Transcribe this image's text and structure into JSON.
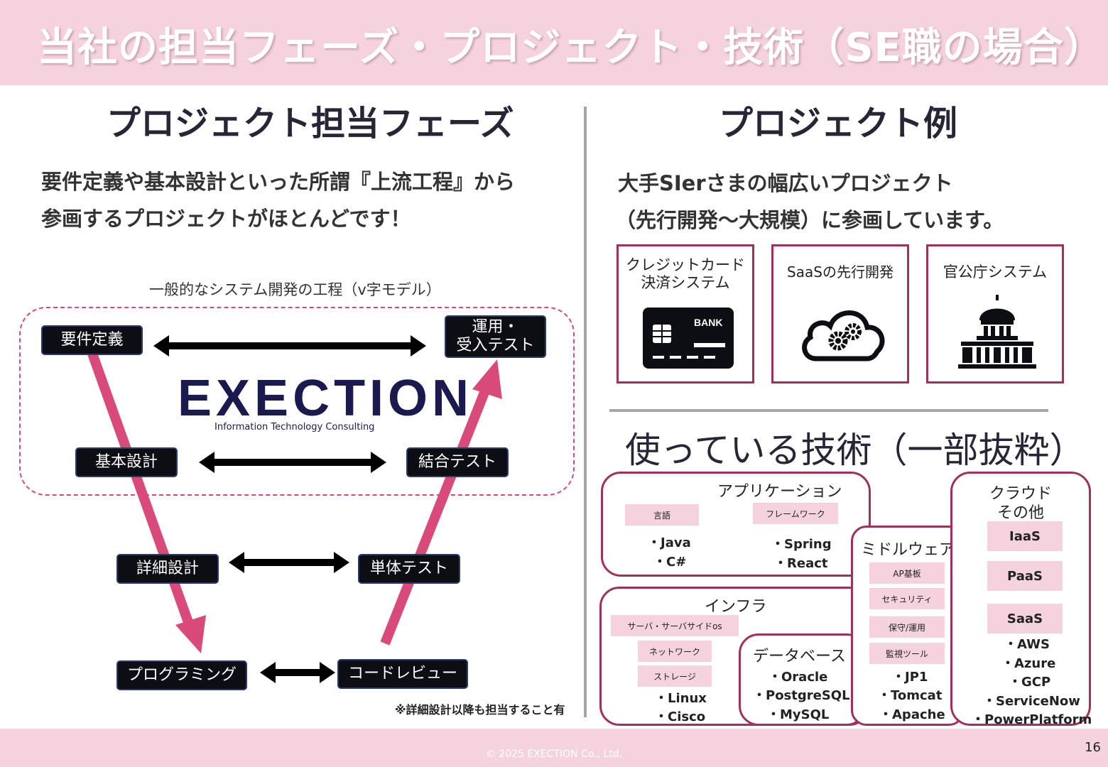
{
  "title": "当社の担当フェーズ・プロジェクト・技術（SE職の場合）",
  "left": {
    "heading": "プロジェクト担当フェーズ",
    "lead_line1": "要件定義や基本設計といった所謂『上流工程』から",
    "lead_line2": "参画するプロジェクトがほとんどです！",
    "caption": "一般的なシステム開発の工程（v字モデル）",
    "steps": {
      "requirements": "要件定義",
      "acceptance_line1": "運用・",
      "acceptance_line2": "受入テスト",
      "basic_design": "基本設計",
      "integration_test": "結合テスト",
      "detail_design": "詳細設計",
      "unit_test": "単体テスト",
      "programming": "プログラミング",
      "code_review": "コードレビュー"
    },
    "logo_text": "EXECTION",
    "logo_subtitle": "Information Technology Consulting",
    "note": "※詳細設計以降も担当すること有"
  },
  "projects": {
    "heading": "プロジェクト例",
    "lead_line1": "大手SIerさまの幅広いプロジェクト",
    "lead_line2": "（先行開発～大規模）に参画しています。",
    "cards": [
      {
        "title": "クレジットカード\n決済システム",
        "icon": "credit-card-icon",
        "icon_text": "BANK"
      },
      {
        "title": "SaaSの先行開発",
        "icon": "cloud-gears-icon"
      },
      {
        "title": "官公庁システム",
        "icon": "government-building-icon"
      }
    ]
  },
  "tech": {
    "heading": "使っている技術（一部抜粋）",
    "application": {
      "title": "アプリケーション",
      "lang_label": "言語",
      "lang_items": [
        "・Java",
        "・C#"
      ],
      "fw_label": "フレームワーク",
      "fw_items": [
        "・Spring",
        "・React"
      ]
    },
    "infra": {
      "title": "インフラ",
      "tags": [
        "サーバ・サーバサイドos",
        "ネットワーク",
        "ストレージ"
      ],
      "items": [
        "・Linux",
        "・Cisco"
      ]
    },
    "database": {
      "title": "データベース",
      "items": [
        "・Oracle",
        "・PostgreSQL",
        "・MySQL"
      ]
    },
    "middleware": {
      "title": "ミドルウェア",
      "tags": [
        "AP基板",
        "セキュリティ",
        "保守/運用",
        "監視ツール"
      ],
      "items": [
        "・JP1",
        "・Tomcat",
        "・Apache"
      ]
    },
    "cloud": {
      "title_line1": "クラウド",
      "title_line2": "その他",
      "tags": [
        "IaaS",
        "PaaS",
        "SaaS"
      ],
      "items": [
        "・AWS",
        "・Azure",
        "・GCP",
        "・ServiceNow",
        "・PowerPlatform"
      ]
    }
  },
  "footer": {
    "copyright": "© 2025 EXECTION Co., Ltd.",
    "page_number": "16"
  },
  "colors": {
    "header_bg": "#f4d3df",
    "accent": "#a2305c",
    "arrow_pink": "#d94a7a",
    "step_bg": "#0d0d14"
  }
}
